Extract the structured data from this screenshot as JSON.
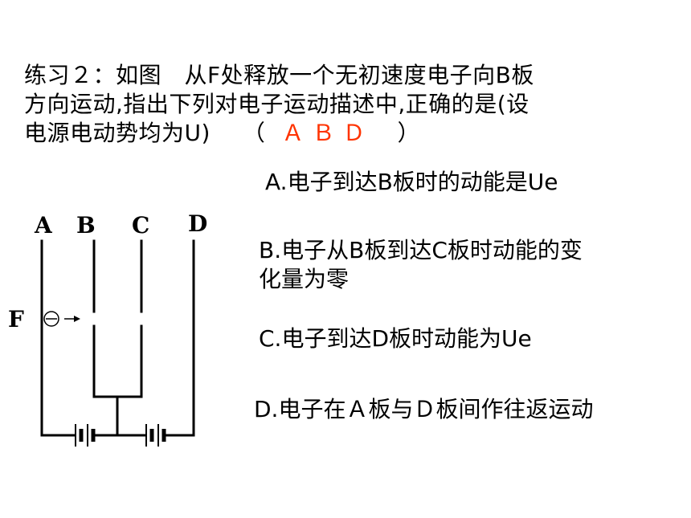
{
  "question": {
    "line1": "练习２：如图　从F处释放一个无初速度电子向B板",
    "line2": "方向运动,指出下列对电子运动描述中,正确的是(设",
    "line3_text": "电源电动势均为U)",
    "paren_open": "（",
    "answer": "ＡＢＤ",
    "paren_close": "）"
  },
  "options": {
    "a": "A.电子到达B板时的动能是Ue",
    "b_line1": "B.电子从B板到达C板时动能的变",
    "b_line2": "化量为零",
    "c": "C.电子到达D板时动能为Ue",
    "d": "D.电子在Ａ板与Ｄ板间作往返运动"
  },
  "diagram": {
    "labels": {
      "a": "A",
      "b": "B",
      "c": "C",
      "d": "D",
      "f": "F"
    },
    "electron_symbol": "−"
  },
  "colors": {
    "answer": "#ff3300",
    "text": "#000000",
    "background": "#ffffff"
  }
}
